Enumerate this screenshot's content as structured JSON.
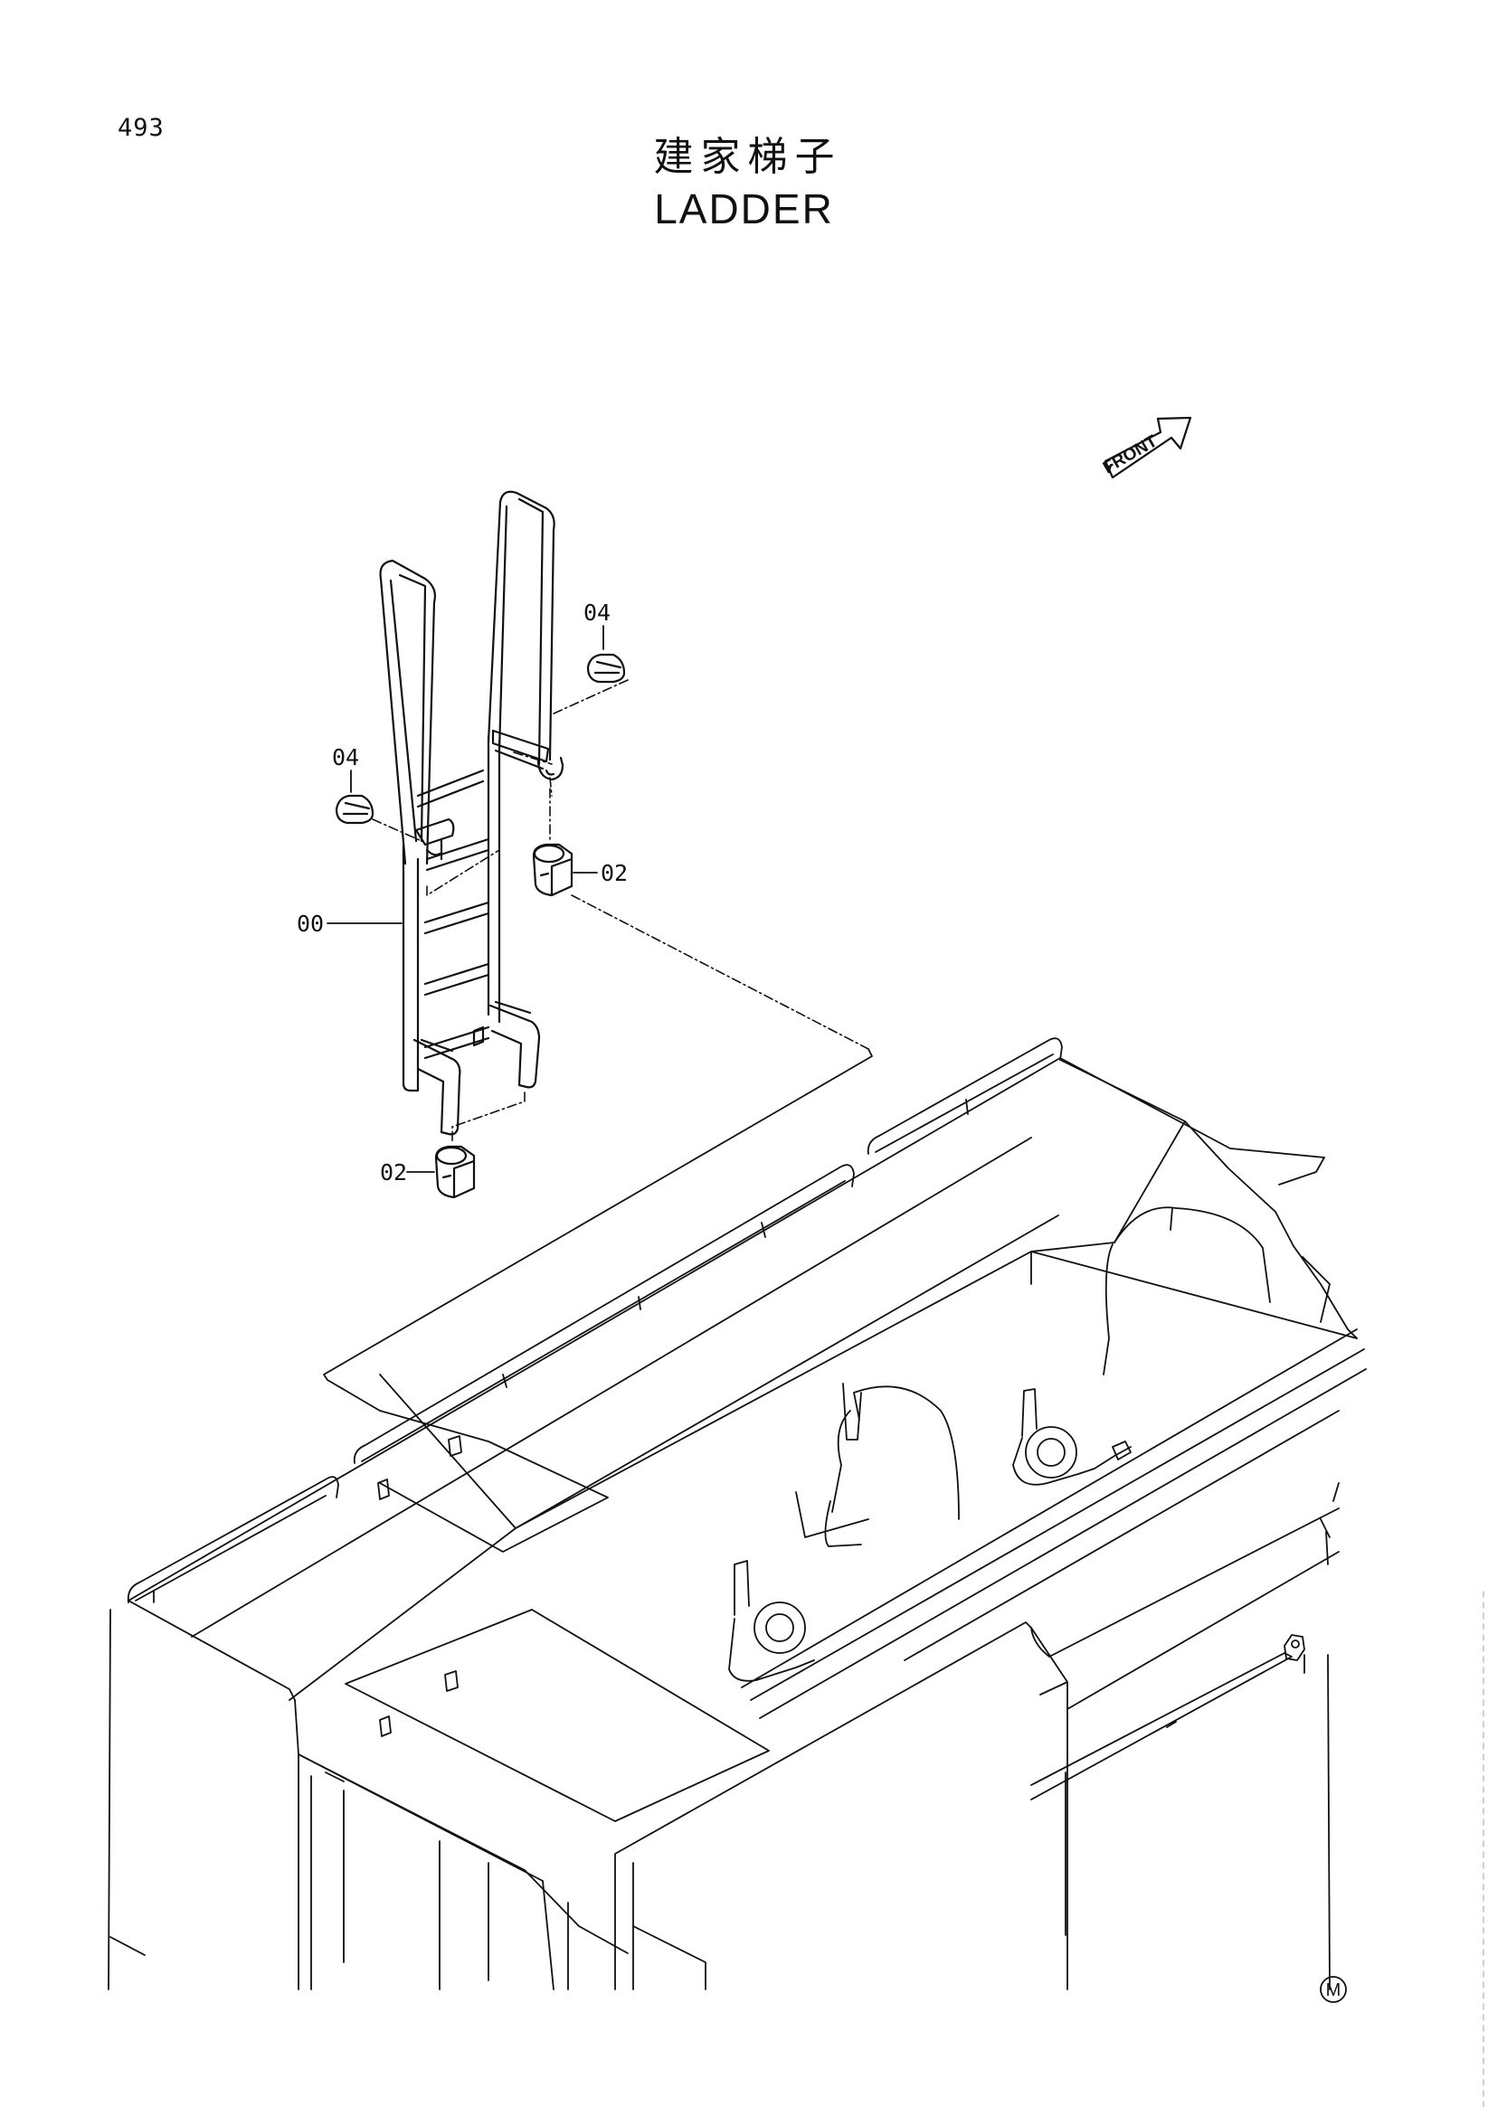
{
  "page_number": "493",
  "title_cn": "建家梯子",
  "title_en": "LADDER",
  "front_label": "FRONT",
  "bottom_mark": "M",
  "callouts": {
    "ladder": "00",
    "cap_upper_right": "04",
    "cap_upper_left": "04",
    "bushing_upper": "02",
    "bushing_lower": "02"
  },
  "line_color": "#111111"
}
